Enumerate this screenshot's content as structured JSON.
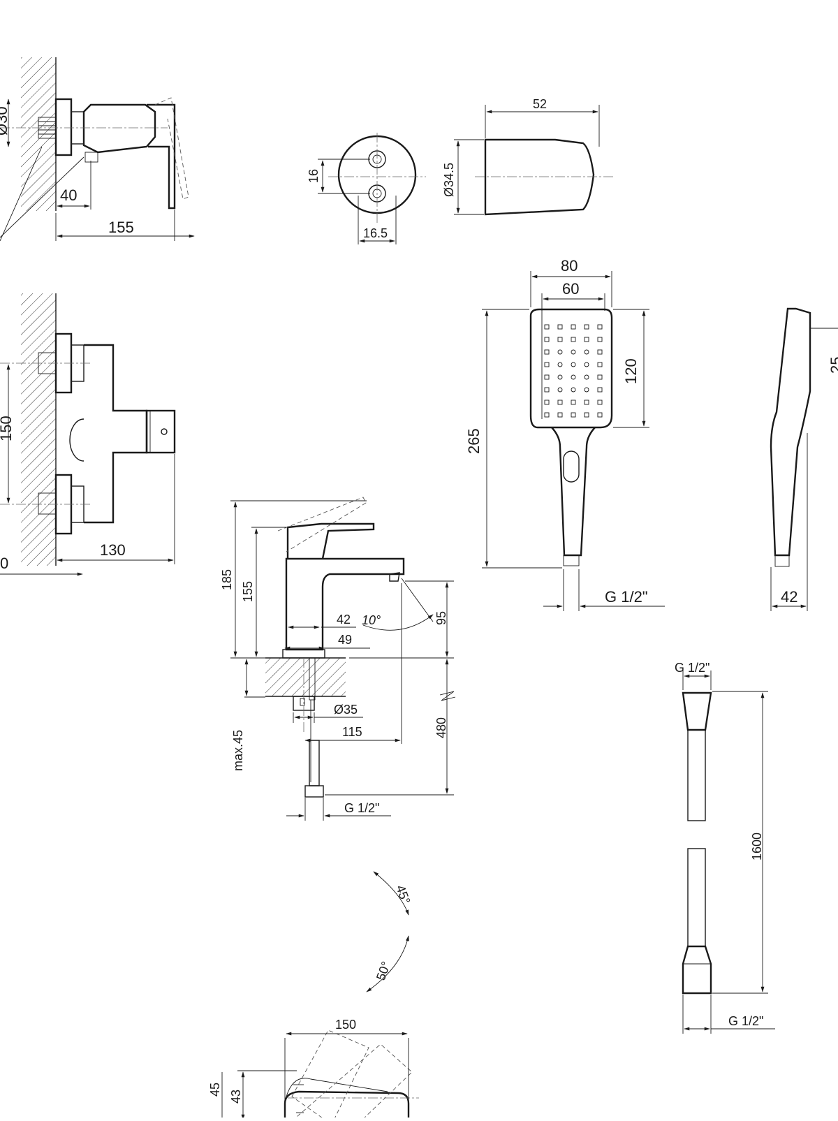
{
  "wall_mixer_side": {
    "d_offset": "40",
    "d_depth": "155",
    "d_height_cut": "Ø30"
  },
  "wall_mixer_top": {
    "d_depth": "130",
    "d_spacing": "150",
    "d_edge_cut": "0"
  },
  "holder_front": {
    "d_hole_spacing": "16",
    "d_hole_offset": "16.5"
  },
  "holder_side": {
    "d_length": "52",
    "d_diameter": "Ø34.5"
  },
  "hand_shower_front": {
    "d_width": "80",
    "d_face_width": "60",
    "d_face_height": "120",
    "d_total_length": "265",
    "thread": "G 1/2\""
  },
  "hand_shower_side": {
    "d_depth": "42",
    "d_cut": "25"
  },
  "basin_mixer_side": {
    "d_total_height": "185",
    "d_spout_height": "155",
    "d_handle_width": "42",
    "d_body_width": "49",
    "tilt_angle": "10°",
    "d_spout_drop": "95",
    "d_fixing": "Ø35",
    "d_reach": "115",
    "d_hose": "480",
    "d_max_deck": "max.45",
    "thread": "G 1/2\""
  },
  "basin_mixer_top": {
    "d_length": "150",
    "d_width": "43",
    "d_width_cut": "45",
    "angle_hot": "45°",
    "angle_cold": "50°"
  },
  "hose": {
    "thread_top": "G 1/2\"",
    "d_length": "1600",
    "thread_bottom": "G 1/2\""
  }
}
